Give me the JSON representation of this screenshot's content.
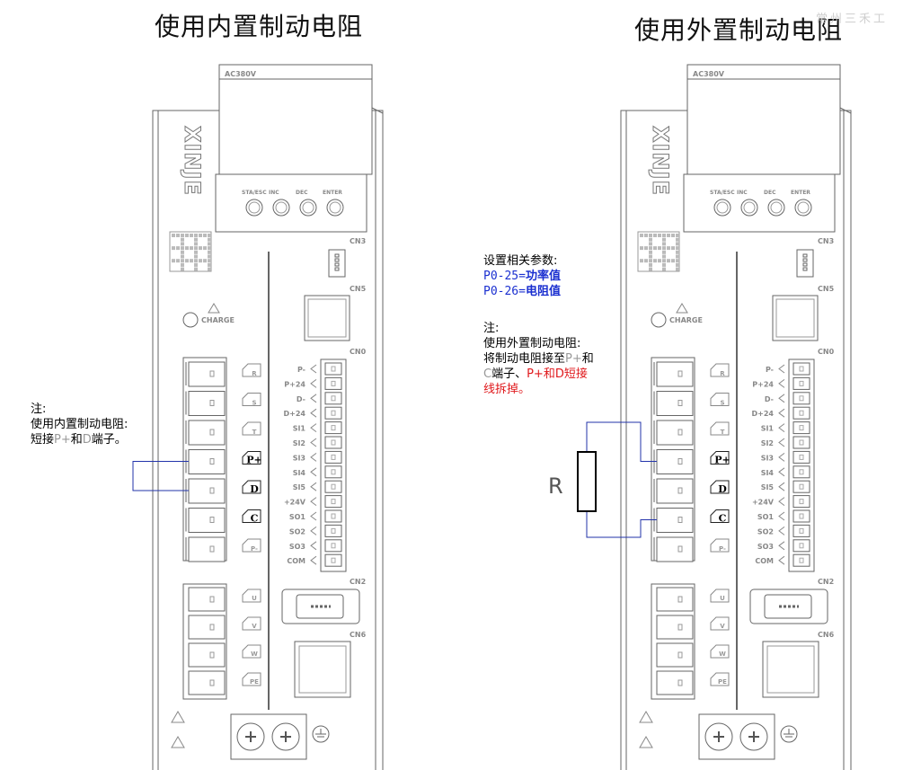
{
  "titles": {
    "left": "使用内置制动电阻",
    "right": "使用外置制动电阻"
  },
  "watermark": "常州三禾工",
  "drive": {
    "brand": "XINJE",
    "power_label": "AC380V",
    "buttons": [
      "STA/ESC",
      "INC",
      "DEC",
      "ENTER"
    ],
    "charge_label": "CHARGE",
    "cn_labels": [
      "CN3",
      "CN5",
      "CN0",
      "CN2",
      "CN6"
    ],
    "power_terminals": [
      "R",
      "S",
      "T",
      "P+",
      "D",
      "C",
      "P-"
    ],
    "motor_terminals": [
      "U",
      "V",
      "W",
      "PE"
    ],
    "cn0_pins": [
      "P-",
      "P+24",
      "D-",
      "D+24",
      "SI1",
      "SI2",
      "SI3",
      "SI4",
      "SI5",
      "+24V",
      "SO1",
      "SO2",
      "SO3",
      "COM"
    ]
  },
  "highlight_pins": {
    "p_plus": "P+",
    "d": "D",
    "c": "C"
  },
  "left_note": {
    "head": "注:",
    "line1": "使用内置制动电阻:",
    "line2_a": "短接",
    "line2_b": "P+",
    "line2_c": "和",
    "line2_d": "D",
    "line2_e": "端子。"
  },
  "right_params": {
    "head": "设置相关参数:",
    "p1_code": "P0-25=",
    "p1_label": "功率值",
    "p2_code": "P0-26=",
    "p2_label": "电阻值"
  },
  "right_note": {
    "head": "注:",
    "line1": "使用外置制动电阻:",
    "line2_a": "将制动电阻接至",
    "line2_b": "P+",
    "line2_c": "和",
    "line3_a": "C",
    "line3_b": "端子、",
    "line3_c": "P+",
    "line3_d": "和",
    "line3_e": "D",
    "line3_f": "短接",
    "line4": "线拆掉。"
  },
  "resistor_label": "R",
  "colors": {
    "wire": "#2233aa",
    "red": "#e0191c",
    "blue": "#1a2fd0",
    "line": "#666666"
  }
}
